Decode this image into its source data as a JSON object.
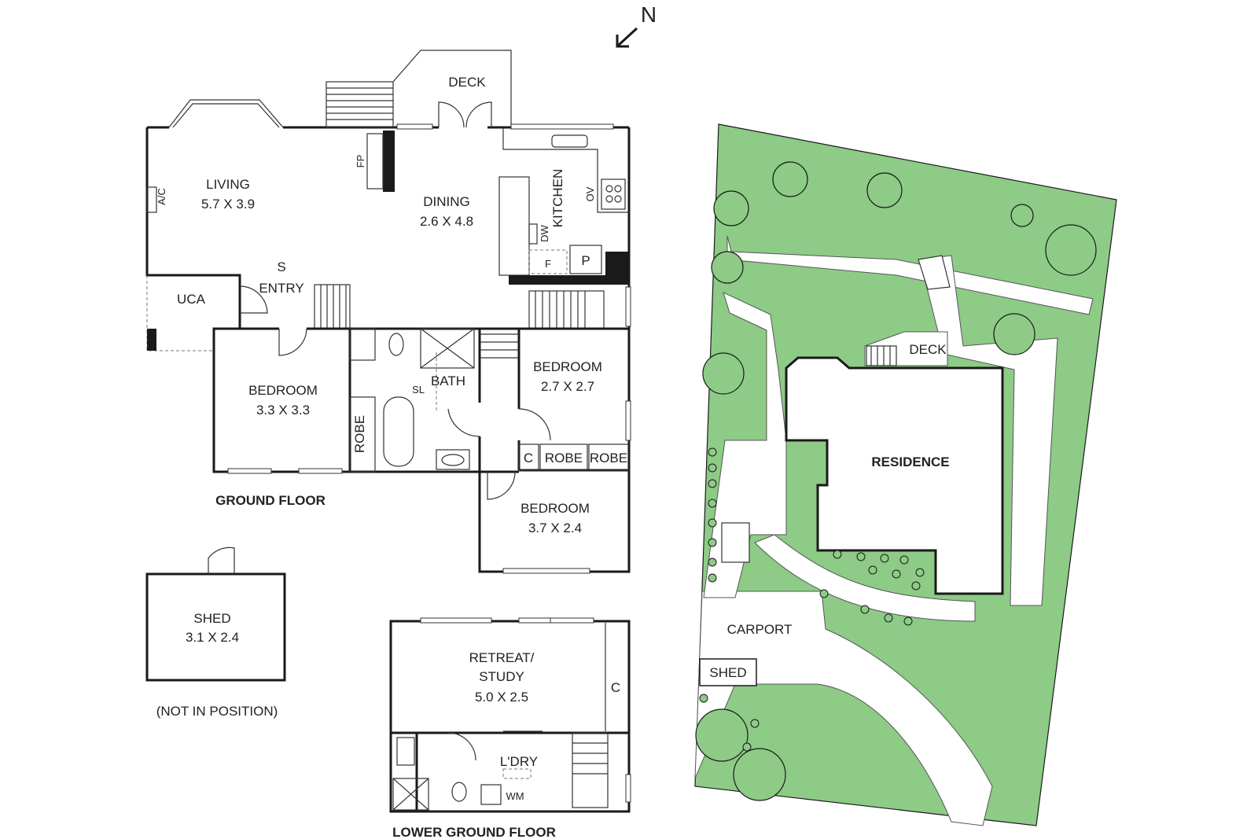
{
  "compass": {
    "label": "N"
  },
  "ground_floor": {
    "title": "GROUND FLOOR",
    "deck": "DECK",
    "living": {
      "name": "LIVING",
      "size": "5.7 X 3.9"
    },
    "dining": {
      "name": "DINING",
      "size": "2.6 X 4.8"
    },
    "kitchen": "KITCHEN",
    "fp": "FP",
    "ac": "A/C",
    "ov": "OV",
    "dw": "DW",
    "f": "F",
    "p": "P",
    "s": "S",
    "entry": "ENTRY",
    "uca": "UCA",
    "bedroom1": {
      "name": "BEDROOM",
      "size": "3.3 X 3.3"
    },
    "robe1": "ROBE",
    "bath": "BATH",
    "sl": "SL",
    "bedroom2": {
      "name": "BEDROOM",
      "size": "2.7 X 2.7"
    },
    "c": "C",
    "robe2": "ROBE",
    "robe3": "ROBE",
    "bedroom3": {
      "name": "BEDROOM",
      "size": "3.7 X 2.4"
    }
  },
  "shed": {
    "name": "SHED",
    "size": "3.1 X 2.4",
    "note": "(NOT IN POSITION)"
  },
  "lower_ground_floor": {
    "title": "LOWER GROUND FLOOR",
    "retreat_line1": "RETREAT/",
    "retreat_line2": "STUDY",
    "retreat_size": "5.0 X 2.5",
    "c": "C",
    "laundry": "L'DRY",
    "wm": "WM"
  },
  "site_plan": {
    "residence": "RESIDENCE",
    "deck": "DECK",
    "carport": "CARPORT",
    "shed": "SHED"
  }
}
